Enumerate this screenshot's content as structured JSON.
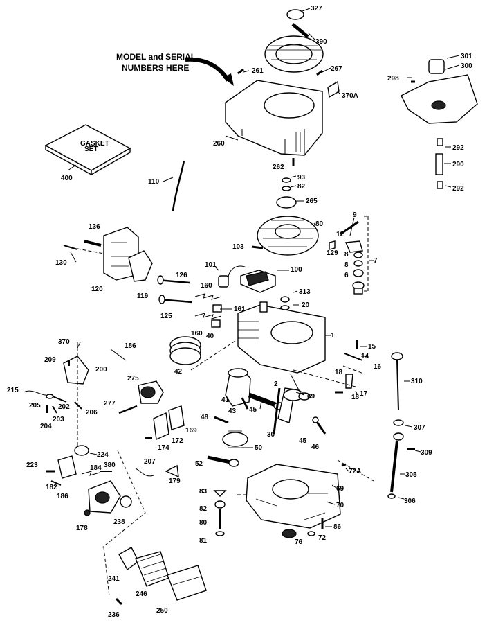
{
  "note": {
    "line1": "MODEL and SERIAL",
    "line2": "NUMBERS HERE"
  },
  "gasket_set_text": {
    "line1": "GASKET",
    "line2": "SET"
  },
  "callouts": [
    {
      "id": "327",
      "text": "327"
    },
    {
      "id": "390",
      "text": "390"
    },
    {
      "id": "261",
      "text": "261"
    },
    {
      "id": "267",
      "text": "267"
    },
    {
      "id": "370A",
      "text": "370A"
    },
    {
      "id": "301",
      "text": "301"
    },
    {
      "id": "300",
      "text": "300"
    },
    {
      "id": "298",
      "text": "298"
    },
    {
      "id": "260a",
      "text": "260"
    },
    {
      "id": "262",
      "text": "262"
    },
    {
      "id": "292a",
      "text": "292"
    },
    {
      "id": "290",
      "text": "290"
    },
    {
      "id": "292b",
      "text": "292"
    },
    {
      "id": "400",
      "text": "400"
    },
    {
      "id": "93",
      "text": "93"
    },
    {
      "id": "82a",
      "text": "82"
    },
    {
      "id": "110",
      "text": "110"
    },
    {
      "id": "265",
      "text": "265"
    },
    {
      "id": "80",
      "text": "80"
    },
    {
      "id": "9",
      "text": "9"
    },
    {
      "id": "12",
      "text": "12"
    },
    {
      "id": "136",
      "text": "136"
    },
    {
      "id": "103",
      "text": "103"
    },
    {
      "id": "129",
      "text": "129"
    },
    {
      "id": "8a",
      "text": "8"
    },
    {
      "id": "8b",
      "text": "8"
    },
    {
      "id": "7",
      "text": "7"
    },
    {
      "id": "130",
      "text": "130"
    },
    {
      "id": "101",
      "text": "101"
    },
    {
      "id": "100",
      "text": "100"
    },
    {
      "id": "6",
      "text": "6"
    },
    {
      "id": "120",
      "text": "120"
    },
    {
      "id": "119",
      "text": "119"
    },
    {
      "id": "126a",
      "text": "126"
    },
    {
      "id": "160a",
      "text": "160"
    },
    {
      "id": "313",
      "text": "313"
    },
    {
      "id": "20",
      "text": "20"
    },
    {
      "id": "125",
      "text": "125"
    },
    {
      "id": "161",
      "text": "161"
    },
    {
      "id": "160b",
      "text": "160"
    },
    {
      "id": "40",
      "text": "40"
    },
    {
      "id": "1",
      "text": "1"
    },
    {
      "id": "370",
      "text": "370"
    },
    {
      "id": "186a",
      "text": "186"
    },
    {
      "id": "15",
      "text": "15"
    },
    {
      "id": "14",
      "text": "14"
    },
    {
      "id": "209",
      "text": "209"
    },
    {
      "id": "200",
      "text": "200"
    },
    {
      "id": "42",
      "text": "42"
    },
    {
      "id": "18a",
      "text": "18"
    },
    {
      "id": "16",
      "text": "16"
    },
    {
      "id": "310",
      "text": "310"
    },
    {
      "id": "215",
      "text": "215"
    },
    {
      "id": "275",
      "text": "275"
    },
    {
      "id": "2",
      "text": "2"
    },
    {
      "id": "205",
      "text": "205"
    },
    {
      "id": "202",
      "text": "202"
    },
    {
      "id": "206",
      "text": "206"
    },
    {
      "id": "17",
      "text": "17"
    },
    {
      "id": "18b",
      "text": "18"
    },
    {
      "id": "41",
      "text": "41"
    },
    {
      "id": "69",
      "text": "69"
    },
    {
      "id": "204",
      "text": "204"
    },
    {
      "id": "203",
      "text": "203"
    },
    {
      "id": "277",
      "text": "277"
    },
    {
      "id": "43",
      "text": "43"
    },
    {
      "id": "45a",
      "text": "45"
    },
    {
      "id": "48",
      "text": "48"
    },
    {
      "id": "307",
      "text": "307"
    },
    {
      "id": "174",
      "text": "174"
    },
    {
      "id": "172",
      "text": "172"
    },
    {
      "id": "169",
      "text": "169"
    },
    {
      "id": "30",
      "text": "30"
    },
    {
      "id": "45b",
      "text": "45"
    },
    {
      "id": "46",
      "text": "46"
    },
    {
      "id": "50",
      "text": "50"
    },
    {
      "id": "224",
      "text": "224"
    },
    {
      "id": "309",
      "text": "309"
    },
    {
      "id": "223",
      "text": "223"
    },
    {
      "id": "184",
      "text": "184"
    },
    {
      "id": "380",
      "text": "380"
    },
    {
      "id": "207",
      "text": "207"
    },
    {
      "id": "52",
      "text": "52"
    },
    {
      "id": "72A",
      "text": "72A"
    },
    {
      "id": "305",
      "text": "305"
    },
    {
      "id": "182",
      "text": "182"
    },
    {
      "id": "179",
      "text": "179"
    },
    {
      "id": "186b",
      "text": "186"
    },
    {
      "id": "83",
      "text": "83"
    },
    {
      "id": "69b",
      "text": "69"
    },
    {
      "id": "306",
      "text": "306"
    },
    {
      "id": "238",
      "text": "238"
    },
    {
      "id": "70",
      "text": "70"
    },
    {
      "id": "82b",
      "text": "82"
    },
    {
      "id": "178",
      "text": "178"
    },
    {
      "id": "80b",
      "text": "80"
    },
    {
      "id": "86",
      "text": "86"
    },
    {
      "id": "81",
      "text": "81"
    },
    {
      "id": "72",
      "text": "72"
    },
    {
      "id": "76",
      "text": "76"
    },
    {
      "id": "241",
      "text": "241"
    },
    {
      "id": "246",
      "text": "246"
    },
    {
      "id": "236",
      "text": "236"
    },
    {
      "id": "250",
      "text": "250"
    }
  ]
}
